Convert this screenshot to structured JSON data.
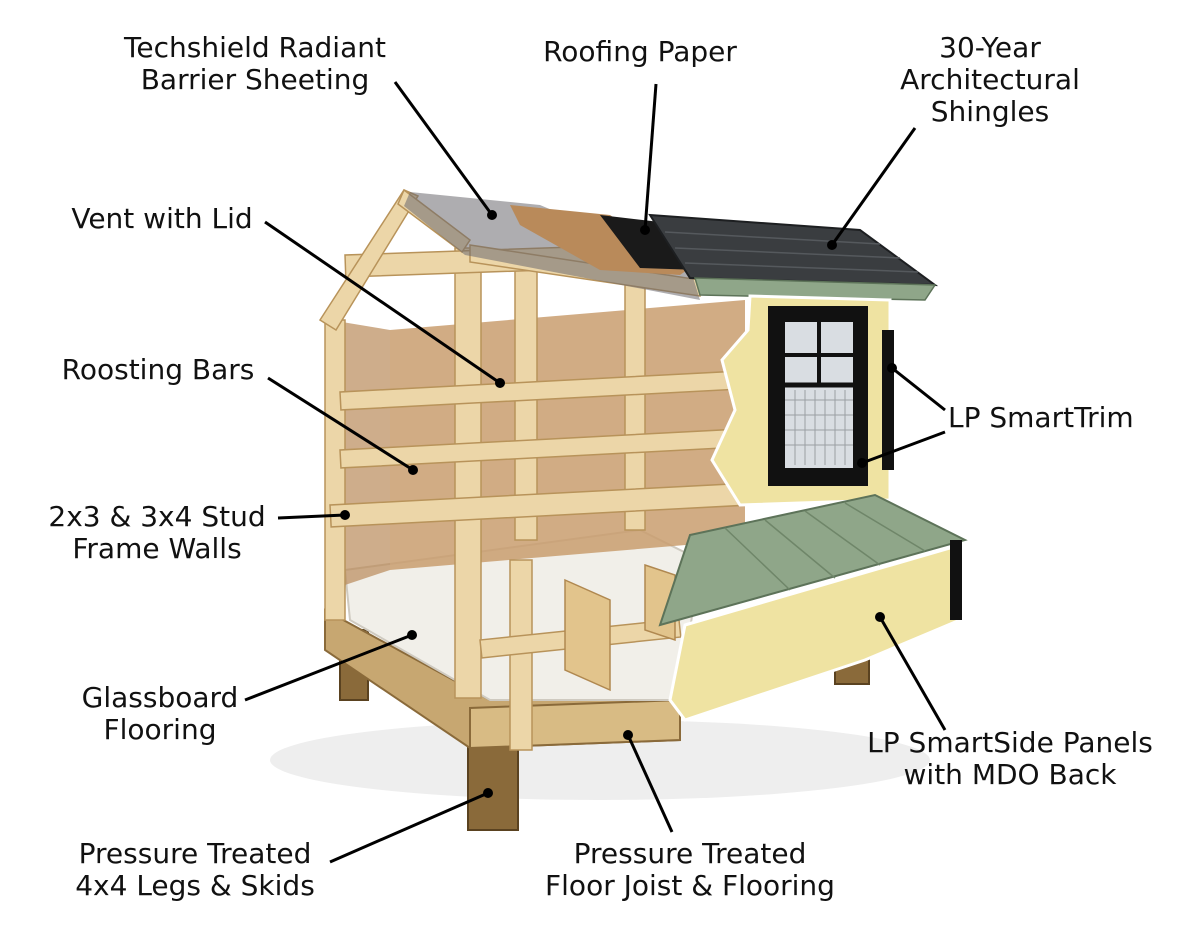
{
  "labels": {
    "techshield": {
      "line1": "Techshield Radiant",
      "line2": "Barrier Sheeting"
    },
    "roofing_paper": {
      "line1": "Roofing Paper"
    },
    "shingles": {
      "line1": "30-Year",
      "line2": "Architectural",
      "line3": "Shingles"
    },
    "vent": {
      "line1": "Vent with Lid"
    },
    "roosting": {
      "line1": "Roosting Bars"
    },
    "smarttrim": {
      "line1": "LP SmartTrim"
    },
    "stud": {
      "line1": "2x3 & 3x4 Stud",
      "line2": "Frame Walls"
    },
    "glassboard": {
      "line1": "Glassboard",
      "line2": "Flooring"
    },
    "smartside": {
      "line1": "LP SmartSide Panels",
      "line2": "with MDO Back"
    },
    "legs": {
      "line1": "Pressure Treated",
      "line2": "4x4 Legs & Skids"
    },
    "joist": {
      "line1": "Pressure Treated",
      "line2": "Floor Joist & Flooring"
    }
  },
  "colors": {
    "lumber": "#e8cfa0",
    "lumber_dark": "#c9a56a",
    "osb": "#b98a5a",
    "siding": "#efe3a2",
    "trim": "#111111",
    "metal_roof": "#8fa689",
    "shingle": "#3a3d40",
    "radiant": "#6b6a70",
    "floor": "#f1efe9",
    "leader": "#000000"
  },
  "icons": [
    "chicken-coop-illustration",
    "window-icon",
    "vent-icon"
  ]
}
